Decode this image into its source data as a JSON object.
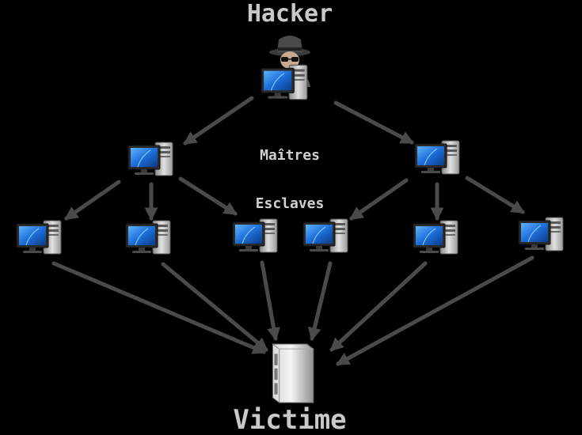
{
  "labels": {
    "hacker": "Hacker",
    "masters": "Maîtres",
    "slaves": "Esclaves",
    "victim": "Victime"
  },
  "colors": {
    "background": "#000000",
    "arrow": "#4a4a4a",
    "label": "#c9c9c9",
    "screen": "#1f6fd6",
    "tower": "#b8b8b8"
  },
  "nodes": {
    "hacker": {
      "icon": "hacker-computer-icon",
      "role": "attacker"
    },
    "masters": [
      {
        "id": "master-left",
        "icon": "computer-icon"
      },
      {
        "id": "master-right",
        "icon": "computer-icon"
      }
    ],
    "slaves": [
      {
        "id": "slave-1",
        "icon": "computer-icon"
      },
      {
        "id": "slave-2",
        "icon": "computer-icon"
      },
      {
        "id": "slave-3",
        "icon": "computer-icon"
      },
      {
        "id": "slave-4",
        "icon": "computer-icon"
      },
      {
        "id": "slave-5",
        "icon": "computer-icon"
      },
      {
        "id": "slave-6",
        "icon": "computer-icon"
      }
    ],
    "victim": {
      "icon": "server-icon",
      "role": "target"
    }
  },
  "edges": [
    {
      "from": "hacker",
      "to": "master-left"
    },
    {
      "from": "hacker",
      "to": "master-right"
    },
    {
      "from": "master-left",
      "to": "slave-1"
    },
    {
      "from": "master-left",
      "to": "slave-2"
    },
    {
      "from": "master-left",
      "to": "slave-3"
    },
    {
      "from": "master-right",
      "to": "slave-4"
    },
    {
      "from": "master-right",
      "to": "slave-5"
    },
    {
      "from": "master-right",
      "to": "slave-6"
    },
    {
      "from": "slave-1",
      "to": "victim"
    },
    {
      "from": "slave-2",
      "to": "victim"
    },
    {
      "from": "slave-3",
      "to": "victim"
    },
    {
      "from": "slave-4",
      "to": "victim"
    },
    {
      "from": "slave-5",
      "to": "victim"
    },
    {
      "from": "slave-6",
      "to": "victim"
    }
  ]
}
